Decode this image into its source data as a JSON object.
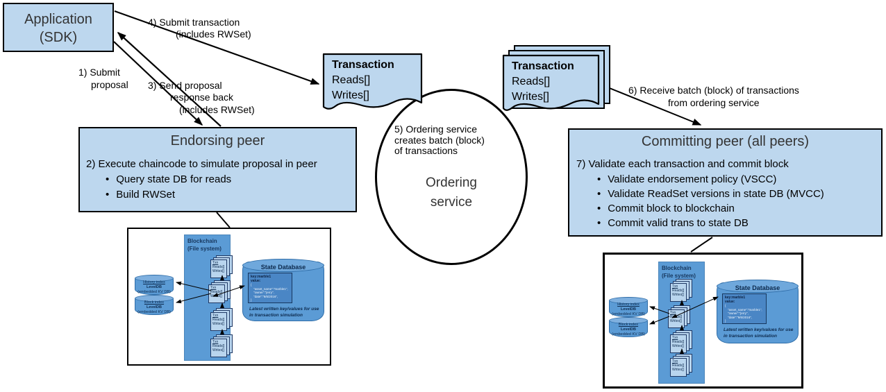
{
  "colors": {
    "box_fill": "#BDD7EE",
    "box_border": "#000000",
    "ledger_blue": "#5B9BD5",
    "ledger_blue_dark": "#2E75B6",
    "navy_text": "#17375E",
    "title_text": "#333333"
  },
  "app_box": {
    "line1": "Application",
    "line2": "(SDK)"
  },
  "labels": {
    "submit_proposal_l1": "1) Submit",
    "submit_proposal_l2": "proposal",
    "send_response_l1": "3) Send proposal",
    "send_response_l2": "response back",
    "send_response_l3": "(includes RWSet)",
    "submit_tx_l1": "4) Submit transaction",
    "submit_tx_l2": "(includes RWSet)",
    "receive_batch_l1": "6) Receive batch (block) of transactions",
    "receive_batch_l2": "from ordering service"
  },
  "transaction_doc": {
    "title": "Transaction",
    "reads": "Reads[]",
    "writes": "Writes[]"
  },
  "ordering_service": {
    "note_l1": "5) Ordering service",
    "note_l2": "creates batch (block)",
    "note_l3": "of transactions",
    "name_l1": "Ordering",
    "name_l2": "service"
  },
  "endorsing_peer": {
    "title": "Endorsing peer",
    "step": "2) Execute chaincode to simulate proposal in peer",
    "bullets": [
      "Query state DB for reads",
      "Build RWSet"
    ]
  },
  "committing_peer": {
    "title": "Committing peer (all peers)",
    "step": "7) Validate each transaction and commit block",
    "bullets": [
      "Validate endorsement policy (VSCC)",
      "Validate ReadSet versions in state DB (MVCC)",
      "Commit block to blockchain",
      "Commit valid trans to state DB"
    ]
  },
  "ledger": {
    "blockchain_l1": "Blockchain",
    "blockchain_l2": "(File system)",
    "txn": {
      "title": "Txn",
      "reads": "Reads[]",
      "writes": "Writes[]"
    },
    "history_index": {
      "name": "History index",
      "db": "LevelDB",
      "kind": "(embedded KV DB)"
    },
    "block_index": {
      "name": "Block index",
      "db": "LevelDB",
      "kind": "(embedded KV DB)"
    },
    "state_db": {
      "title": "State Database",
      "key_line": "key:marble1",
      "value_line": "value:",
      "json": [
        "{",
        "\"asset_name\":\"marble1\",",
        "\"owner\":\"jerry\",",
        "\"date\":\"9/6/2016\",",
        "}"
      ],
      "note_l1": "Latest written key/values for use",
      "note_l2": "in transaction simulation"
    }
  }
}
